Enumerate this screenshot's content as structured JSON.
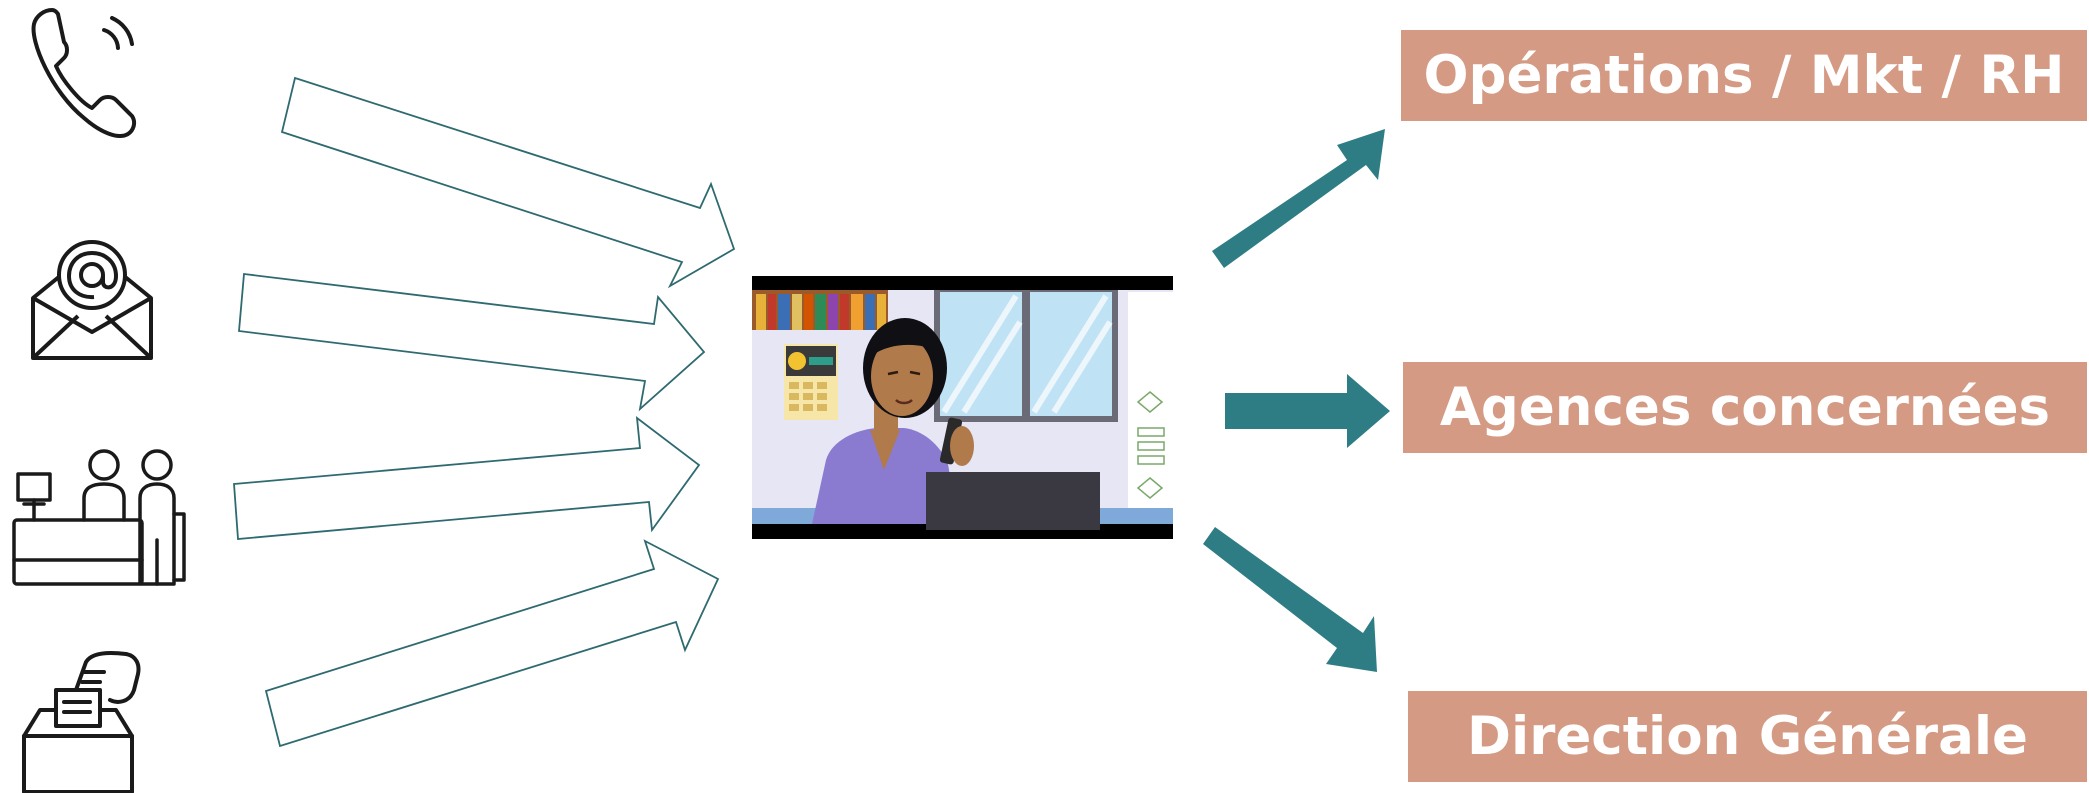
{
  "sources": [
    {
      "icon": "phone-icon"
    },
    {
      "icon": "email-icon"
    },
    {
      "icon": "reception-desk-icon"
    },
    {
      "icon": "ballot-box-icon"
    }
  ],
  "center": {
    "icon": "woman-on-phone-illustration"
  },
  "destinations": [
    {
      "label": "Opérations / Mkt / RH"
    },
    {
      "label": "Agences concernées"
    },
    {
      "label": "Direction Générale"
    }
  ],
  "colors": {
    "destination_fill": "#d49a84",
    "arrow_fill": "#2e7d85",
    "outline_arrow": "#2e6a70",
    "icon_stroke": "#1a1a1a"
  }
}
